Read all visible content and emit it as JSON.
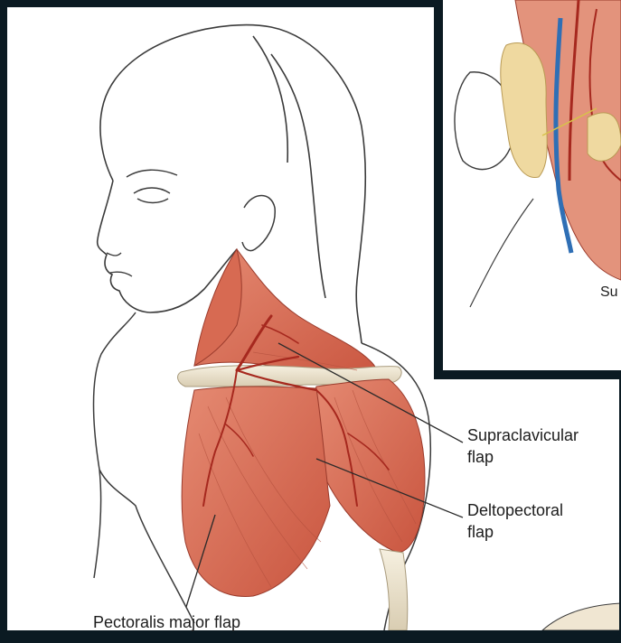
{
  "labels": {
    "supraclavicular_line1": "Supraclavicular",
    "supraclavicular_line2": "flap",
    "deltopectoral_line1": "Deltopectoral",
    "deltopectoral_line2": "flap",
    "pectoralis": "Pectoralis major flap",
    "inset_fragment": "Su"
  },
  "colors": {
    "background_frame": "#0b1a22",
    "panel": "#ffffff",
    "muscle": "#d9705a",
    "muscle_dark": "#b94a3a",
    "vessel": "#a6281e",
    "bone": "#ece3cf",
    "line": "#2a2a2a"
  }
}
